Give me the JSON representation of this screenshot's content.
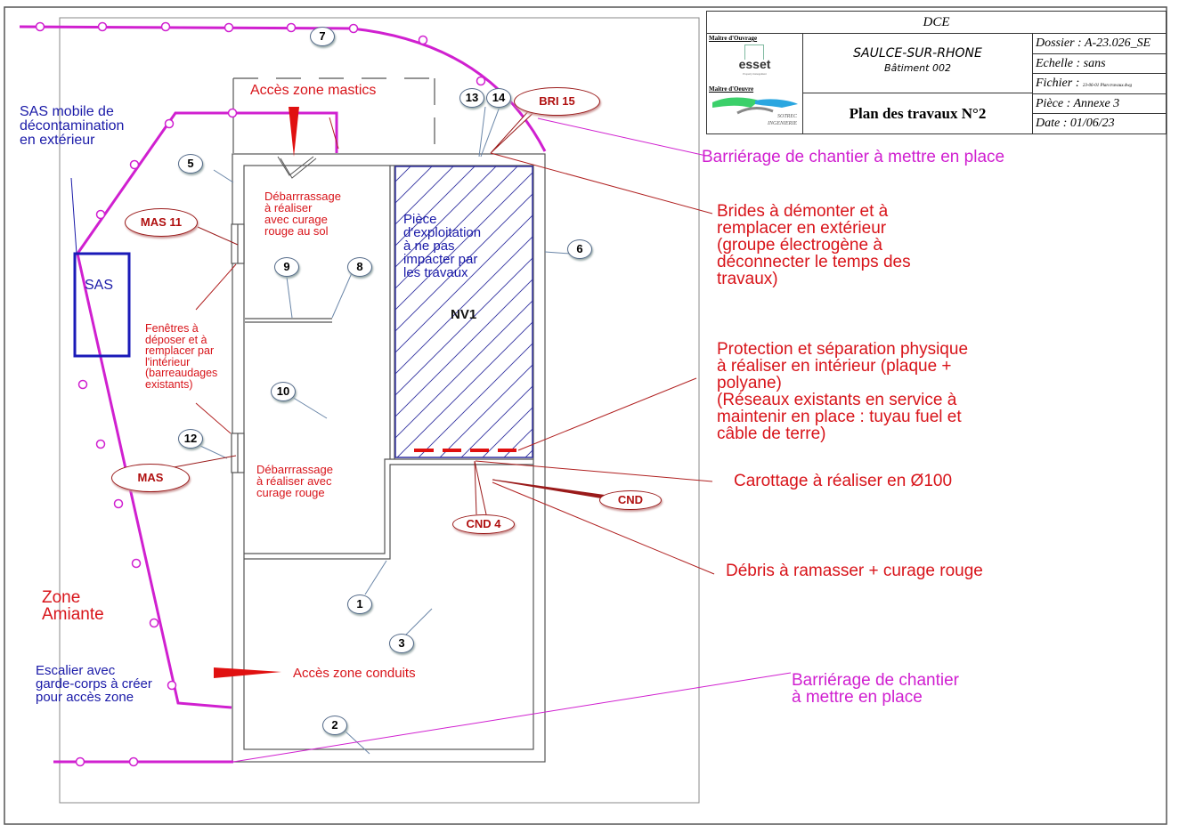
{
  "cartouche": {
    "phase": "DCE",
    "maitre_ouvrage_label": "Maître d'Ouvrage",
    "maitre_oeuvre_label": "Maître d'Oeuvre",
    "logo_owner": "esset",
    "logo_owner_tagline": "Property management",
    "logo_engineer_line1": "SOTREC",
    "logo_engineer_line2": "INGENIERIE",
    "site": "SAULCE-SUR-RHONE",
    "building": "Bâtiment 002",
    "plan_title": "Plan des travaux N°2",
    "dossier": "Dossier : A-23.026_SE",
    "echelle": "Echelle : sans",
    "fichier_label": "Fichier : ",
    "fichier_value": "23-06-01 Plan travaux.dwg",
    "piece": "Pièce : Annexe 3",
    "date": "Date : 01/06/23"
  },
  "annotations": {
    "sas_mobile": "SAS mobile de\ndécontamination\nen extérieur",
    "sas": "SAS",
    "acces_mastics": "Accès zone mastics",
    "debarras_1": "Débarrrassage\nà réaliser\navec curage\nrouge au sol",
    "piece_exploitation": "Pièce\nd'exploitation\nà ne pas\nimpacter par\nles travaux",
    "nv1": "NV1",
    "fenetres": "Fenêtres à\ndéposer et à\nremplacer par\nl'intérieur\n(barreaudages\nexistants)",
    "debarras_2": "Débarrrassage\nà réaliser avec\ncurage rouge",
    "zone_amiante": "Zone\nAmiante",
    "escalier": "Escalier avec\ngarde-corps à créer\npour accès zone",
    "acces_conduits": "Accès zone conduits",
    "barrierage_top": "Barriérage de chantier à mettre en place",
    "brides": "Brides à démonter et à\nremplacer en extérieur\n(groupe électrogène à\ndéconnecter le temps des\ntravaux)",
    "protection": "Protection et séparation physique\nà réaliser en intérieur (plaque +\npolyane)\n(Réseaux existants en service à\nmaintenir en place : tuyau fuel et\ncâble de terre)",
    "carottage": "Carottage à réaliser en Ø100",
    "debris": "Débris à ramasser + curage rouge",
    "barrierage_bottom": "Barriérage de chantier\nà mettre en place"
  },
  "photo_markers": [
    "1",
    "2",
    "3",
    "5",
    "6",
    "7",
    "8",
    "9",
    "10",
    "12",
    "13",
    "14"
  ],
  "sample_markers": {
    "mas11": "MAS 11",
    "mas": "MAS",
    "bri15": "BRI 15",
    "cnd4": "CND 4",
    "cnd": "CND"
  },
  "colors": {
    "barrier": "#d020d0",
    "annotation_red": "#d8141a",
    "annotation_blue": "#1a1aa8",
    "hatch": "#3030a0"
  }
}
